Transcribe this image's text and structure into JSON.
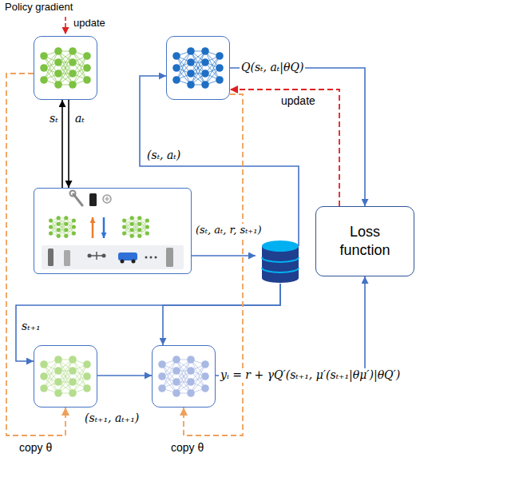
{
  "diagram": {
    "nodes": [
      {
        "text": []
      },
      {
        "text": []
      },
      {
        "text": []
      },
      {
        "text": []
      },
      {
        "text": []
      },
      {
        "text": []
      },
      {
        "text": [
          "Loss function"
        ]
      }
    ],
    "edges": [
      {
        "from": 2,
        "to": 0,
        "arrow": "to",
        "label": "sₜ"
      },
      {
        "from": 0,
        "to": 2,
        "arrow": "to",
        "label": "aₜ"
      },
      {
        "from": 2,
        "to": 3,
        "arrow": "to",
        "label": "(sₜ, aₜ, r, sₜ₊₁)"
      },
      {
        "from": 3,
        "to": 1,
        "arrow": "to",
        "label": "(sₜ, aₜ)"
      },
      {
        "from": 3,
        "to": 4,
        "arrow": "to",
        "label": "sₜ₊₁"
      },
      {
        "from": 3,
        "to": 5,
        "arrow": "to"
      },
      {
        "from": 4,
        "to": 5,
        "arrow": "to",
        "label": "(sₜ₊₁, aₜ₊₁)"
      },
      {
        "from": 5,
        "to": 6,
        "arrow": "to",
        "label": "yᵢ = r + γQ′(sₜ₊₁, μ′(sₜ₊₁|θμ′)|θQ′)"
      },
      {
        "from": 1,
        "to": 6,
        "arrow": "to",
        "label": "Q(sₜ, aₜ|θQ)"
      },
      {
        "from": 6,
        "to": 1,
        "arrow": "to",
        "label": "update"
      },
      {
        "from": 0,
        "to": 4,
        "arrow": "to",
        "label": "copy θ"
      },
      {
        "from": 1,
        "to": 5,
        "arrow": "to",
        "label": "copy θ"
      }
    ],
    "labels": [
      "Policy gradient",
      "update"
    ]
  }
}
